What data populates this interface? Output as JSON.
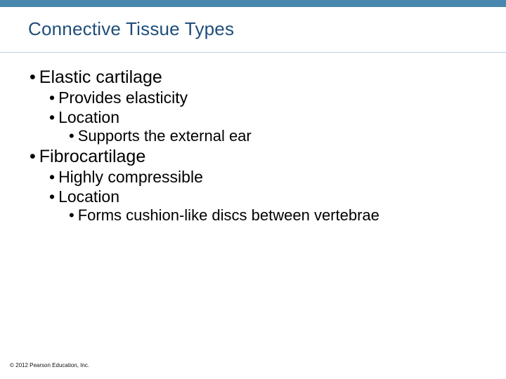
{
  "slide": {
    "title": "Connective Tissue Types",
    "accent_color": "#4a87ae",
    "title_color": "#1f4e79",
    "bullet_marker": "•",
    "bullets": [
      {
        "level": 1,
        "text": "Elastic cartilage"
      },
      {
        "level": 2,
        "text": "Provides elasticity"
      },
      {
        "level": 2,
        "text": "Location"
      },
      {
        "level": 3,
        "text": "Supports the external ear"
      },
      {
        "level": 1,
        "text": "Fibrocartilage"
      },
      {
        "level": 2,
        "text": "Highly compressible"
      },
      {
        "level": 2,
        "text": "Location"
      },
      {
        "level": 3,
        "text": "Forms cushion-like discs between vertebrae"
      }
    ],
    "copyright": "© 2012 Pearson Education, Inc."
  }
}
